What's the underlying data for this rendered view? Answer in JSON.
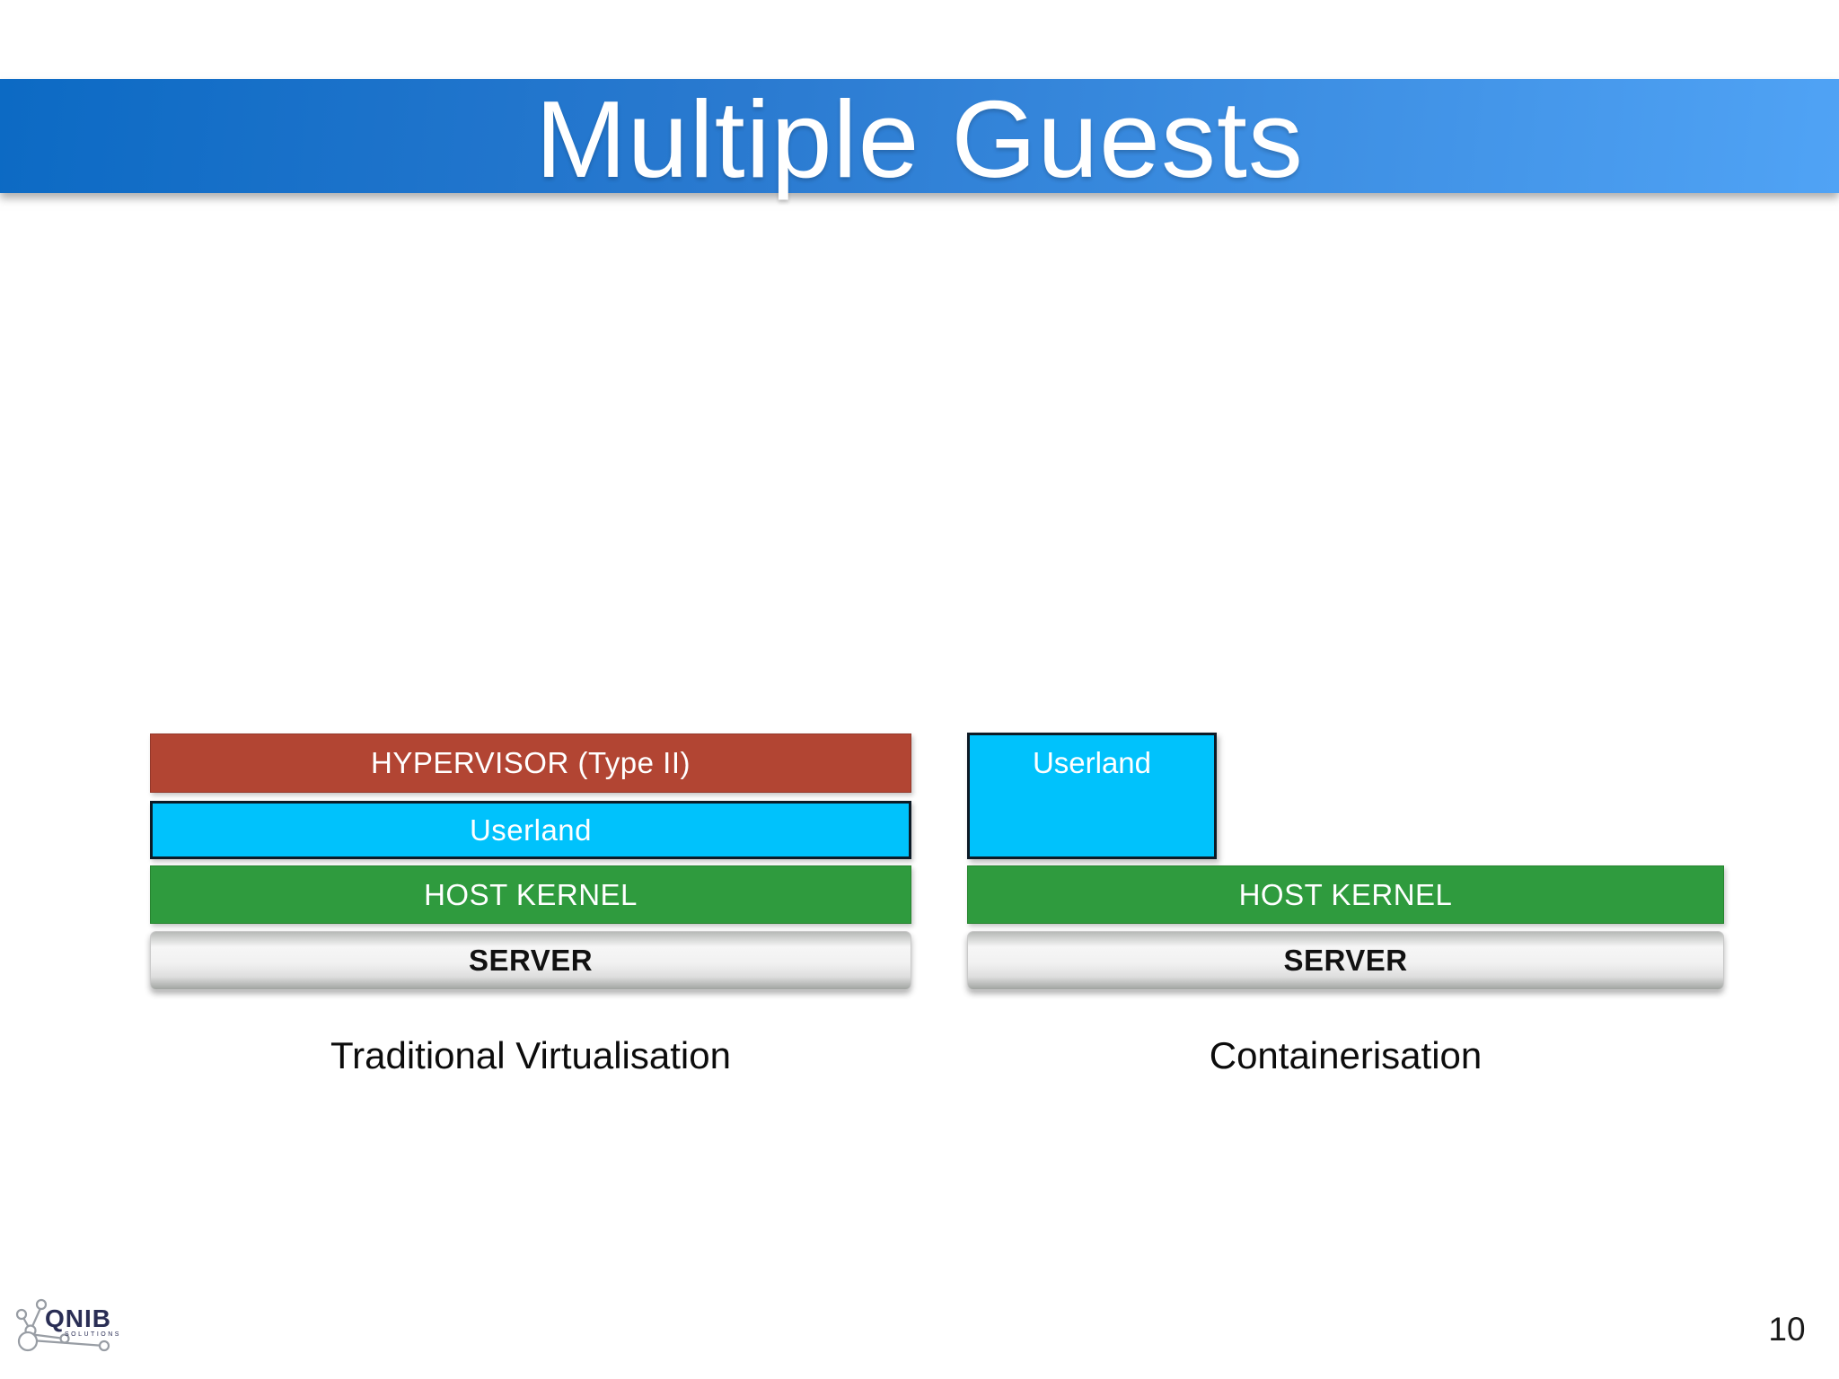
{
  "slide": {
    "title": "Multiple Guests",
    "page_number": "10"
  },
  "diagrams": {
    "left": {
      "caption": "Traditional Virtualisation",
      "layers": [
        {
          "id": "hypervisor",
          "label": "HYPERVISOR (Type II)",
          "color": "#b24533"
        },
        {
          "id": "userland",
          "label": "Userland",
          "color": "#00c2fc"
        },
        {
          "id": "host-kernel",
          "label": "HOST KERNEL",
          "color": "#2f9b3e"
        },
        {
          "id": "server",
          "label": "SERVER",
          "color": "#e8e8e8"
        }
      ]
    },
    "right": {
      "caption": "Containerisation",
      "layers": [
        {
          "id": "userland",
          "label": "Userland",
          "color": "#00c2fc"
        },
        {
          "id": "host-kernel",
          "label": "HOST KERNEL",
          "color": "#2f9b3e"
        },
        {
          "id": "server",
          "label": "SERVER",
          "color": "#e8e8e8"
        }
      ]
    }
  },
  "logo": {
    "name": "QNIB",
    "subtext": "SOLUTIONS",
    "text_color": "#2a2e55"
  },
  "colors": {
    "header_gradient_left": "#0c6ac4",
    "header_gradient_right": "#50a3f5",
    "title_text": "#ffffff",
    "userland_border": "#0c1a26",
    "caption_text": "#0c0c0c",
    "background": "#ffffff"
  }
}
